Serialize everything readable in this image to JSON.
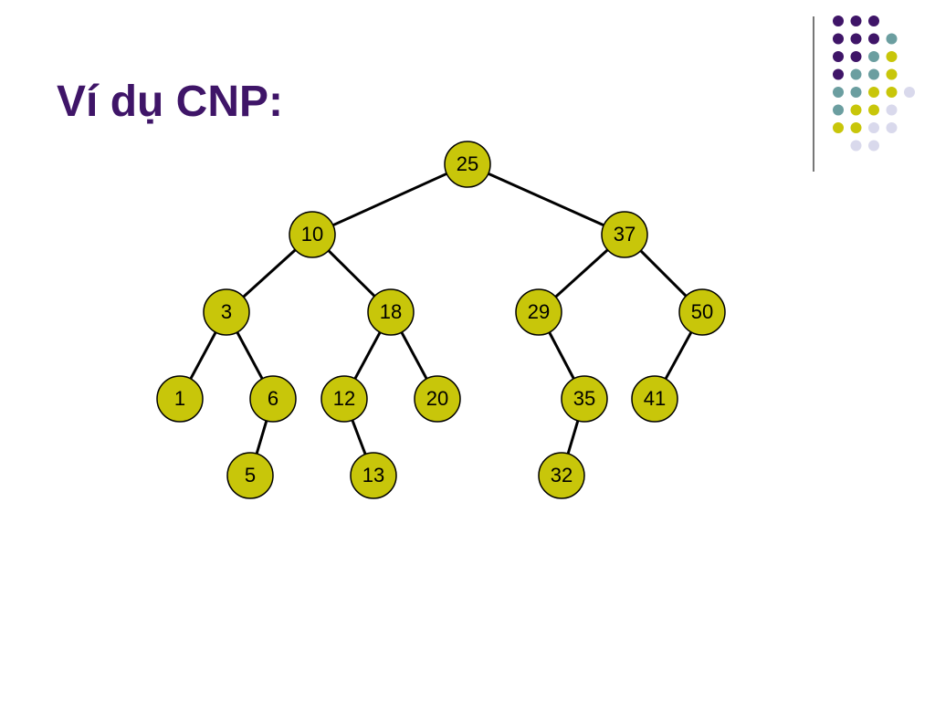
{
  "slide": {
    "title": "Ví dụ CNP:"
  },
  "colors": {
    "title": "#3f1568",
    "node_fill": "#c8c60a",
    "node_stroke": "#000000",
    "edge": "#000000",
    "rule": "#777777",
    "dot_palette": [
      "#3f1568",
      "#6b9ea0",
      "#c8c60a",
      "#d9d9ec"
    ]
  },
  "decoration": {
    "dot_rows": [
      [
        0,
        0,
        0
      ],
      [
        0,
        0,
        0,
        1
      ],
      [
        0,
        0,
        1,
        2
      ],
      [
        0,
        1,
        1,
        2
      ],
      [
        1,
        1,
        2,
        2,
        3
      ],
      [
        1,
        2,
        2,
        3
      ],
      [
        2,
        2,
        3,
        3
      ],
      [
        3,
        3
      ]
    ]
  },
  "tree": {
    "root": 25,
    "nodes": [
      {
        "value": "25",
        "left": "10",
        "right": "37"
      },
      {
        "value": "10",
        "left": "3",
        "right": "18"
      },
      {
        "value": "37",
        "left": "29",
        "right": "50"
      },
      {
        "value": "3",
        "left": "1",
        "right": "6"
      },
      {
        "value": "18",
        "left": "12",
        "right": "20"
      },
      {
        "value": "29",
        "left": null,
        "right": "35"
      },
      {
        "value": "50",
        "left": "41",
        "right": null
      },
      {
        "value": "1",
        "left": null,
        "right": null
      },
      {
        "value": "6",
        "left": "5",
        "right": null
      },
      {
        "value": "12",
        "left": null,
        "right": "13"
      },
      {
        "value": "20",
        "left": null,
        "right": null
      },
      {
        "value": "35",
        "left": "32",
        "right": null
      },
      {
        "value": "41",
        "left": null,
        "right": null
      },
      {
        "value": "5",
        "left": null,
        "right": null
      },
      {
        "value": "13",
        "left": null,
        "right": null
      },
      {
        "value": "32",
        "left": null,
        "right": null
      }
    ]
  }
}
